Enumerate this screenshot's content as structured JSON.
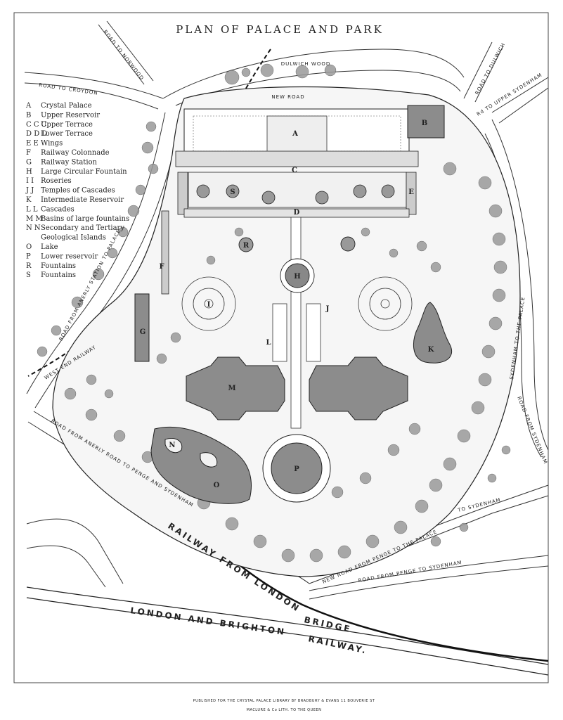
{
  "title": "PLAN OF PALACE AND PARK",
  "legend": [
    {
      "key": "A",
      "label": "Crystal Palace"
    },
    {
      "key": "B",
      "label": "Upper Reservoir"
    },
    {
      "key": "C C C",
      "label": "Upper Terrace"
    },
    {
      "key": "D D D",
      "label": "Lower Terrace"
    },
    {
      "key": "E E",
      "label": "Wings"
    },
    {
      "key": "F",
      "label": "Railway Colonnade"
    },
    {
      "key": "G",
      "label": "Railway Station"
    },
    {
      "key": "H",
      "label": "Large Circular Fountain"
    },
    {
      "key": "I I",
      "label": "Roseries"
    },
    {
      "key": "J J",
      "label": "Temples of Cascades"
    },
    {
      "key": "K",
      "label": "Intermediate Reservoir"
    },
    {
      "key": "L L",
      "label": "Cascades"
    },
    {
      "key": "M M",
      "label": "Basins of large fountains"
    },
    {
      "key": "N N",
      "label": "Secondary and Tertiary"
    },
    {
      "key": "",
      "label": "Geological Islands"
    },
    {
      "key": "O",
      "label": "Lake"
    },
    {
      "key": "P",
      "label": "Lower reservoir"
    },
    {
      "key": "R",
      "label": "Fountains"
    },
    {
      "key": "S",
      "label": "Fountains"
    }
  ],
  "roads": {
    "norwood": "ROAD TO NORWOOD",
    "croydon": "ROAD TO CROYDON",
    "dulwich_wood": "DULWICH WOOD",
    "new_road_top": "NEW ROAD",
    "dulwich": "ROAD TO DULWICH",
    "upper_sydenham": "Rd TO UPPER SYDENHAM",
    "anerley_palace": "ROAD FROM ANERLY STATION TO PALACE",
    "westend": "WEST END RAILWAY",
    "sydenham_palace": "SYDENHAM TO THE PALACE",
    "road_from_sydenham": "ROAD FROM SYDENHAM",
    "anerly_penge": "ROAD FROM ANERLY ROAD TO PENGE AND SYDENHAM",
    "to_sydenham": "TO SYDENHAM",
    "new_road_penge": "NEW ROAD FROM PENGE TO THE PALACE",
    "penge_sydenham": "ROAD FROM PENGE TO SYDENHAM"
  },
  "railway_lines": {
    "line1": "RAILWAY FROM LONDON",
    "bridge": "BRIDGE",
    "line2": "LONDON AND BRIGHTON",
    "line3": "RAILWAY."
  },
  "map_labels": {
    "A": "A",
    "B": "B",
    "C": "C",
    "D": "D",
    "E": "E",
    "F": "F",
    "G": "G",
    "H": "H",
    "I": "I",
    "J": "J",
    "K": "K",
    "L": "L",
    "M": "M",
    "N": "N",
    "O": "O",
    "P": "P",
    "R": "R",
    "S": "S"
  },
  "footer": {
    "publisher": "PUBLISHED FOR THE CRYSTAL PALACE LIBRARY BY BRADBURY & EVANS 11 BOUVERIE ST",
    "lithographer": "MACLURE & Co LITH. TO THE QUEEN"
  }
}
